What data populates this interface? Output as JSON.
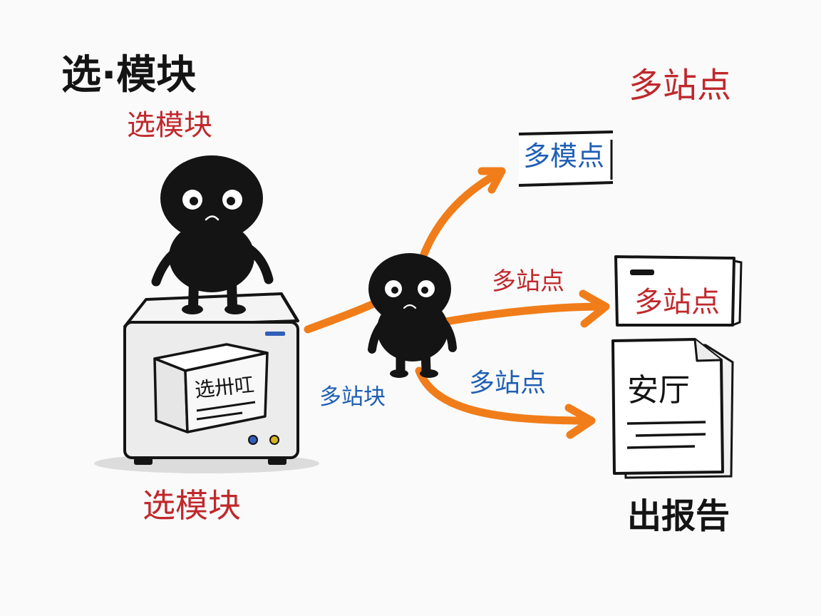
{
  "labels": {
    "main_title": "选·模块",
    "title_sub": "选模块",
    "server_box_label": "选卅叿",
    "server_caption": "选模块",
    "left_edge_label": "多站块",
    "top_right_heading": "多站点",
    "card_top": "多模点",
    "arrow_mid_label": "多站点",
    "card_mid": "多站点",
    "arrow_low_label": "多站点",
    "doc_title": "安厅",
    "report_caption": "出报告"
  },
  "colors": {
    "ink": "#141414",
    "red": "#c0282c",
    "blue": "#1f5fb4",
    "arrow": "#f07d1a",
    "server_body": "#eeeeee",
    "shadow": "#d8d8d8"
  }
}
